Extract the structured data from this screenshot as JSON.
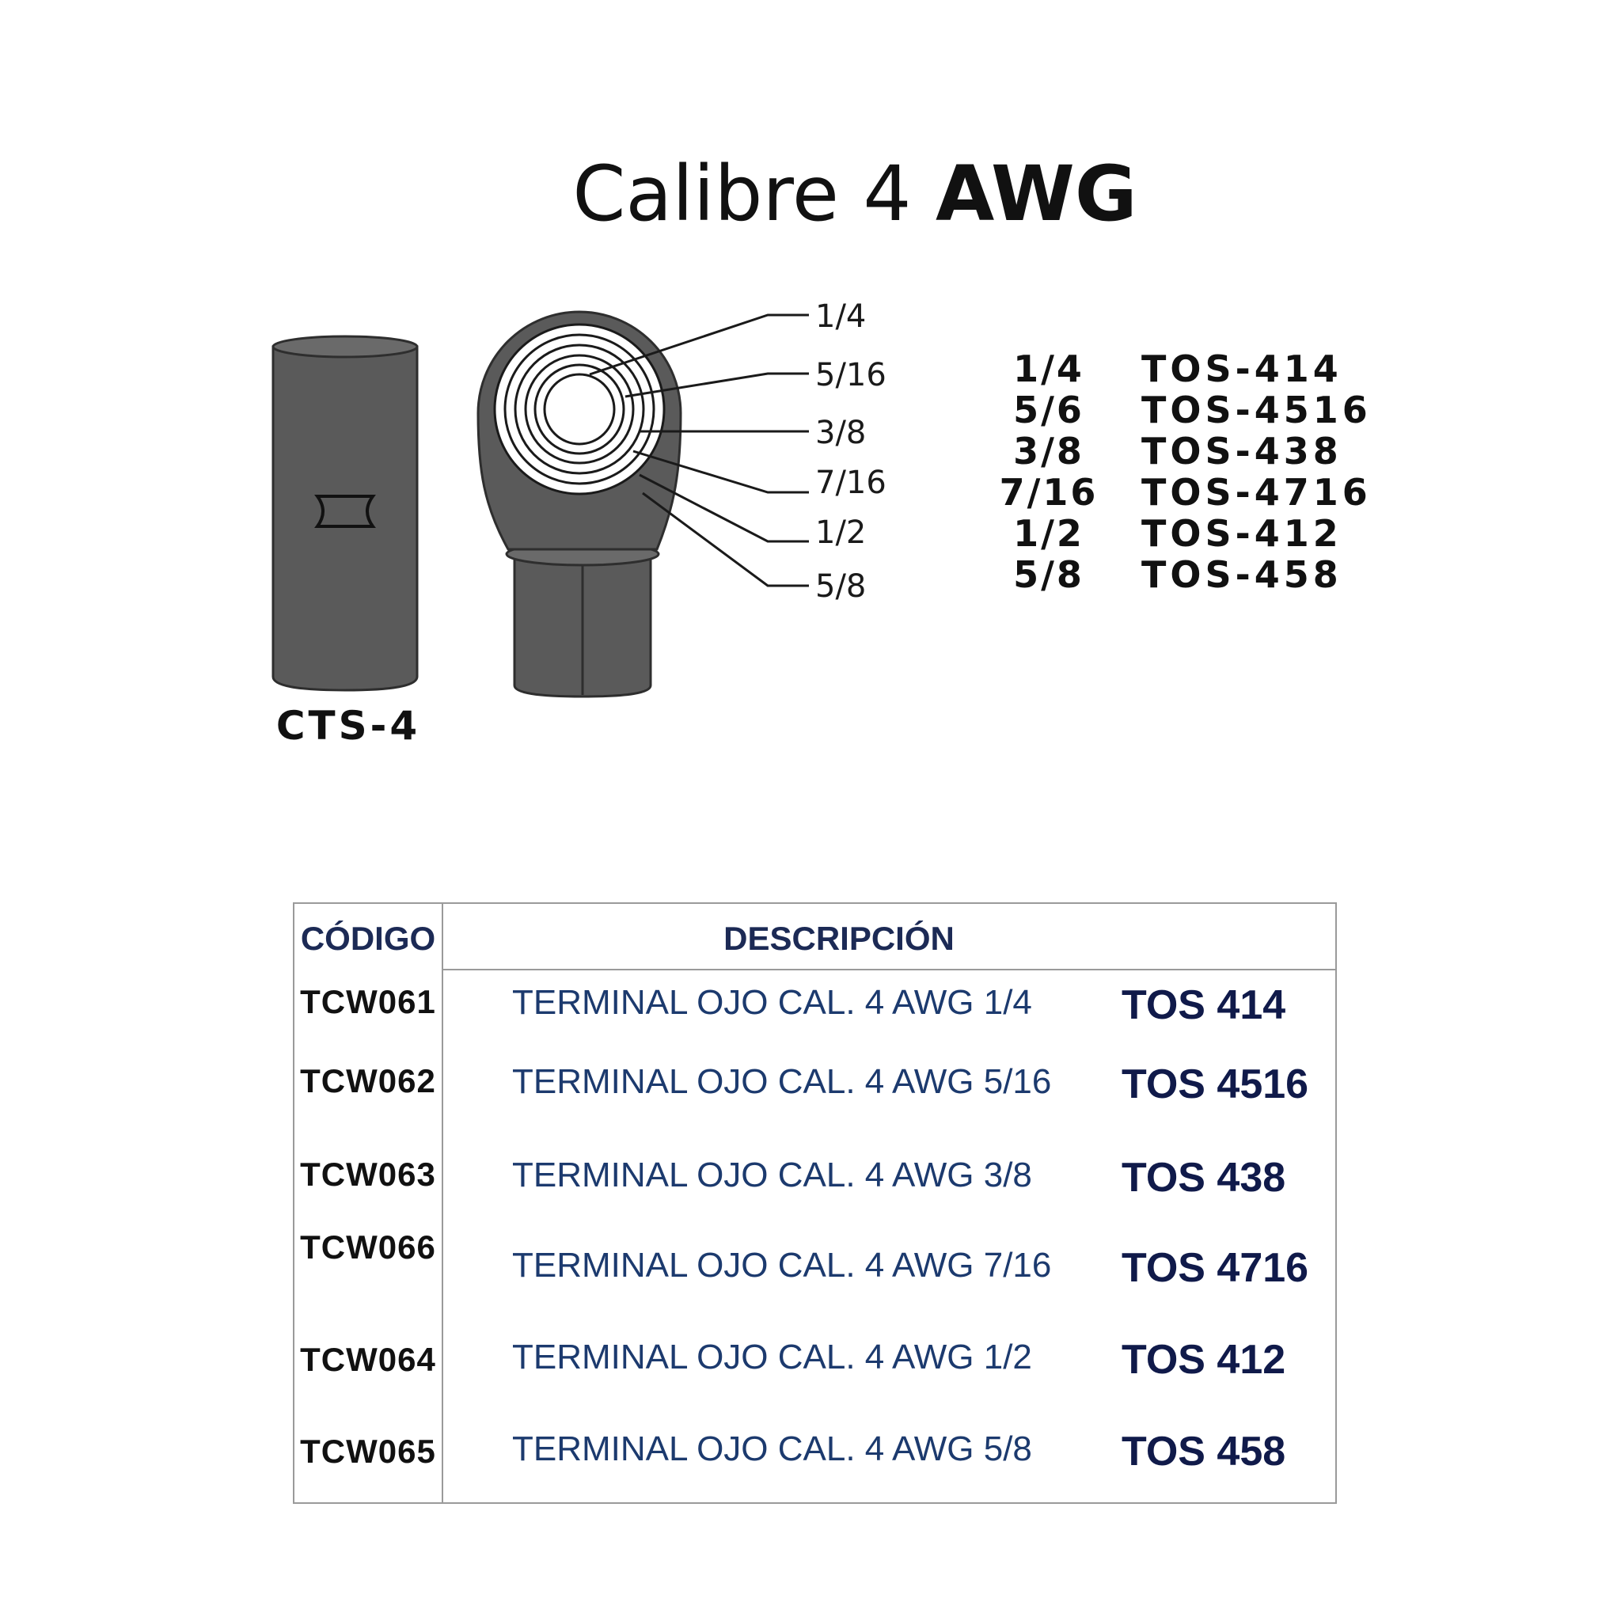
{
  "title": {
    "main": "Calibre 4",
    "bold": "AWG"
  },
  "diagram": {
    "ring_labels": [
      "1/4",
      "5/16",
      "3/8",
      "7/16",
      "1/2",
      "5/8"
    ],
    "splice_label": "CTS-4"
  },
  "reference_list": [
    {
      "size": "1/4",
      "code": "TOS-414"
    },
    {
      "size": "5/6",
      "code": "TOS-4516"
    },
    {
      "size": "3/8",
      "code": "TOS-438"
    },
    {
      "size": "7/16",
      "code": "TOS-4716"
    },
    {
      "size": "1/2",
      "code": "TOS-412"
    },
    {
      "size": "5/8",
      "code": "TOS-458"
    }
  ],
  "table": {
    "headers": {
      "code": "CÓDIGO",
      "description": "DESCRIPCIÓN"
    },
    "rows": [
      {
        "code": "TCW061",
        "description": "TERMINAL  OJO CAL. 4 AWG 1/4",
        "ref": "TOS 414"
      },
      {
        "code": "TCW062",
        "description": "TERMINAL  OJO CAL. 4 AWG 5/16",
        "ref": "TOS 4516"
      },
      {
        "code": "TCW063",
        "description": "TERMINAL  OJO CAL. 4 AWG 3/8",
        "ref": "TOS 438"
      },
      {
        "code": "TCW066",
        "description": "TERMINAL  OJO CAL. 4 AWG 7/16",
        "ref": "TOS 4716"
      },
      {
        "code": "TCW064",
        "description": "TERMINAL  OJO CAL. 4 AWG 1/2",
        "ref": "TOS 412"
      },
      {
        "code": "TCW065",
        "description": "TERMINAL  OJO CAL. 4 AWG 5/8",
        "ref": "TOS 458"
      }
    ]
  },
  "colors": {
    "fill_gray": "#5a5a5a",
    "header_blue": "#1c2a55",
    "desc_blue": "#1c3a6e",
    "ref_navy": "#101a4a"
  }
}
